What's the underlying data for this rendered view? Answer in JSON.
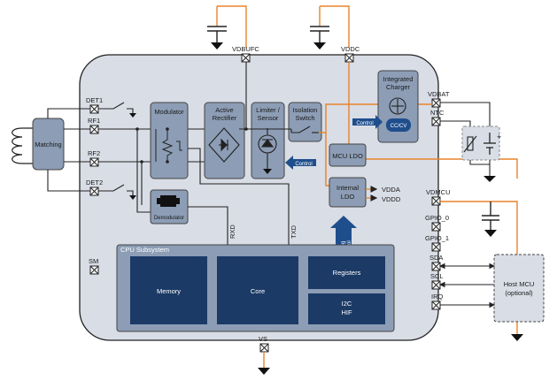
{
  "pins": {
    "vdbufc": "VDBUFC",
    "vddc": "VDDC",
    "det1": "DET1",
    "rf1": "RF1",
    "rf2": "RF2",
    "det2": "DET2",
    "sm": "SM",
    "vdbat": "VDBAT",
    "ntc": "NTC",
    "vdmcu": "VDMCU",
    "gpio0": "GPIO_0",
    "gpio1": "GPIO_1",
    "sda": "SDA",
    "scl": "SCL",
    "irq": "IRQ",
    "vs": "VS"
  },
  "blocks": {
    "matching": "Matching",
    "modulator": "Modulator",
    "rectifier_1": "Active",
    "rectifier_2": "Rectifier",
    "limiter_1": "Limiter /",
    "limiter_2": "Sensor",
    "isolation_1": "Isolation",
    "isolation_2": "Switch",
    "charger_1": "Integrated",
    "charger_2": "Charger",
    "cccv": "CC/CV",
    "control_charger": "Control",
    "control_limiter": "Control",
    "mcu_ldo": "MCU LDO",
    "internal_ldo_1": "Internal",
    "internal_ldo_2": "LDO",
    "vdda": "VDDA",
    "vddd": "VDDD",
    "demodulator": "Demodulator",
    "rxd": "RXD",
    "txd": "TXD",
    "analog_control_1": "Analog",
    "analog_control_2": "Control",
    "cpu_subsystem": "CPU Subsystem",
    "memory": "Memory",
    "core": "Core",
    "registers": "Registers",
    "i2c": "I2C",
    "hif": "HIF",
    "host_mcu_1": "Host MCU",
    "host_mcu_2": "(optional)"
  },
  "colors": {
    "chip": "#d9dde6",
    "block": "#8c9db5",
    "dark_block": "#1b3a66",
    "orange": "#e8832a",
    "arrow_blue": "#1f4e8c",
    "line": "#222222"
  }
}
